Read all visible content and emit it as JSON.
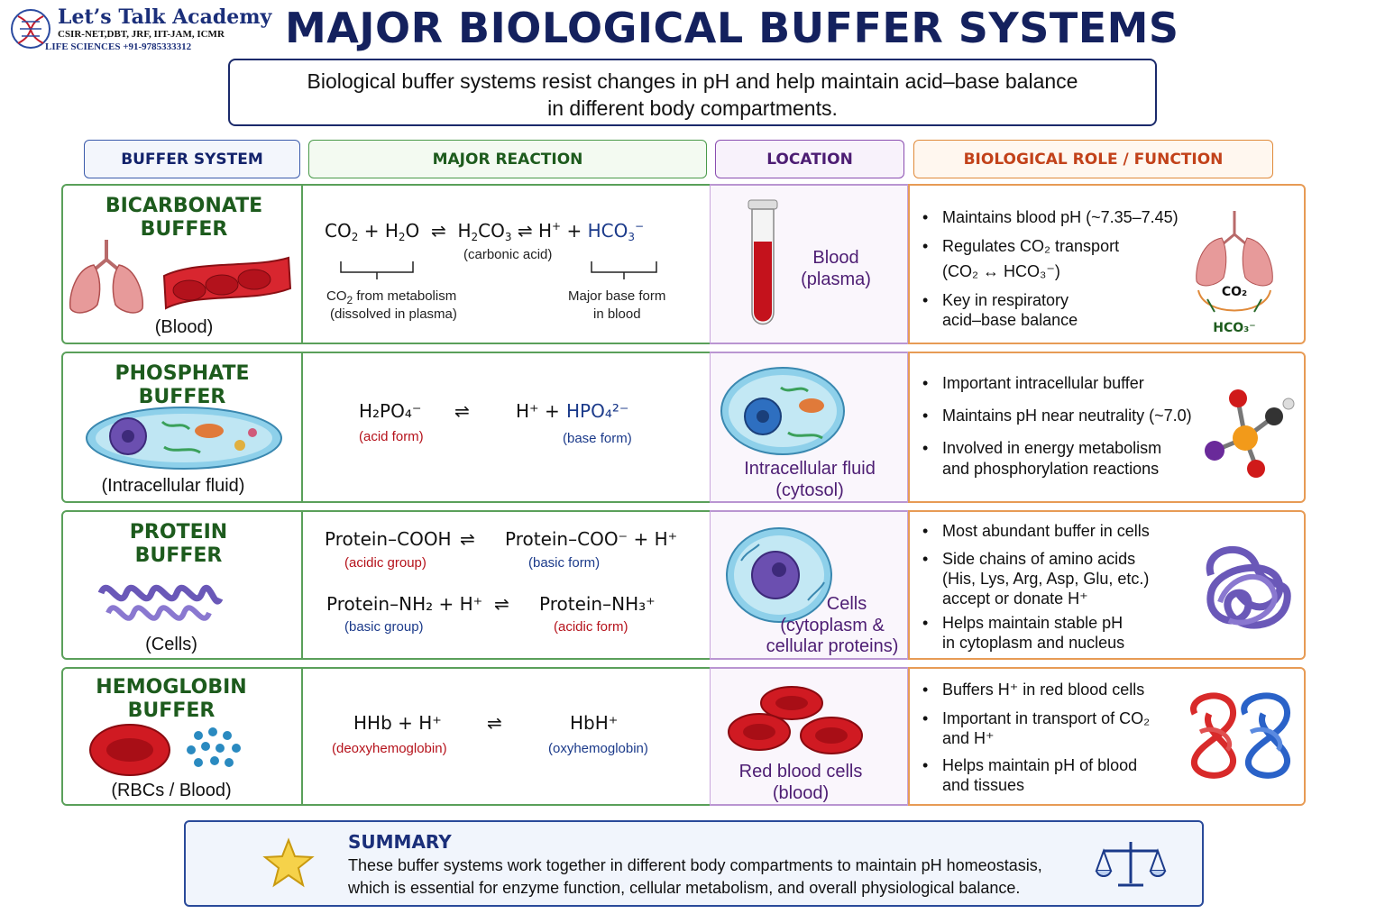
{
  "logo": {
    "name": "Let’s Talk Academy",
    "line2": "CSIR-NET,DBT, JRF, IIT-JAM, ICMR",
    "line3": "LIFE SCIENCES  +91-9785333312"
  },
  "title": "MAJOR BIOLOGICAL BUFFER SYSTEMS",
  "intro": {
    "line1": "Biological buffer systems resist changes in pH and help maintain acid–base balance",
    "line2": "in different body compartments."
  },
  "headers": [
    "BUFFER SYSTEM",
    "MAJOR REACTION",
    "LOCATION",
    "BIOLOGICAL ROLE / FUNCTION"
  ],
  "rows": [
    {
      "name1": "BICARBONATE",
      "name2": "BUFFER",
      "sub": "(Blood)",
      "loc1": "Blood",
      "loc2": "(plasma)",
      "eq": {
        "co2": "CO",
        "h2o": "H",
        "h2co3": "H",
        "hplus": "H",
        "hco3": "HCO",
        "carbonic": "(carbonic acid)",
        "n1a": "from metabolism",
        "n1b": "(dissolved in plasma)",
        "n2a": "Major base form",
        "n2b": "in blood"
      },
      "roles": [
        "Maintains blood pH (~7.35–7.45)",
        "Regulates CO₂ transport",
        "(CO₂ ↔ HCO₃⁻)",
        "Key in respiratory",
        "acid–base balance"
      ],
      "diagram": {
        "top": "CO₂",
        "bottom": "HCO₃⁻"
      }
    },
    {
      "name1": "PHOSPHATE",
      "name2": "BUFFER",
      "sub": "(Intracellular fluid)",
      "loc1": "Intracellular fluid",
      "loc2": "(cytosol)",
      "eq": {
        "acid": "H₂PO₄⁻",
        "hplus": "H⁺  +",
        "base": "HPO₄²⁻",
        "acidlbl": "(acid form)",
        "baselbl": "(base form)"
      },
      "roles": [
        "Important intracellular buffer",
        "Maintains pH near neutrality (~7.0)",
        "Involved in energy metabolism",
        "and phosphorylation reactions"
      ]
    },
    {
      "name1": "PROTEIN",
      "name2": "BUFFER",
      "sub": "(Cells)",
      "loc1": "Cells",
      "loc2": "(cytoplasm &",
      "loc3": "cellular proteins)",
      "eq": {
        "a1": "Protein–COOH",
        "b1": "Protein–COO⁻  +  H⁺",
        "la1": "(acidic group)",
        "lb1": "(basic form)",
        "a2": "Protein–NH₂  +  H⁺",
        "b2": "Protein–NH₃⁺",
        "la2": "(basic group)",
        "lb2": "(acidic form)"
      },
      "roles": [
        "Most abundant buffer in cells",
        "Side chains of amino acids",
        "(His, Lys, Arg, Asp, Glu, etc.)",
        "accept or donate H⁺",
        "Helps maintain stable pH",
        "in cytoplasm and nucleus"
      ]
    },
    {
      "name1": "HEMOGLOBIN",
      "name2": "BUFFER",
      "sub": "(RBCs / Blood)",
      "loc1": "Red blood cells",
      "loc2": "(blood)",
      "eq": {
        "a": "HHb  +  H⁺",
        "b": "HbH⁺",
        "la": "(deoxyhemoglobin)",
        "lb": "(oxyhemoglobin)"
      },
      "roles": [
        "Buffers H⁺ in red blood cells",
        "Important in transport of CO₂",
        "and H⁺",
        "Helps maintain pH of blood",
        "and tissues"
      ]
    }
  ],
  "summary": {
    "title": "SUMMARY",
    "text": "These buffer systems work together in different body compartments to maintain pH homeostasis, which is essential for enzyme function, cellular metabolism, and overall physiological balance."
  },
  "colors": {
    "navy": "#14215e",
    "green": "#1d5b1d",
    "purple": "#4d1d73",
    "orange": "#c2421a",
    "red": "#b5121b",
    "blue": "#1b3a8a"
  }
}
